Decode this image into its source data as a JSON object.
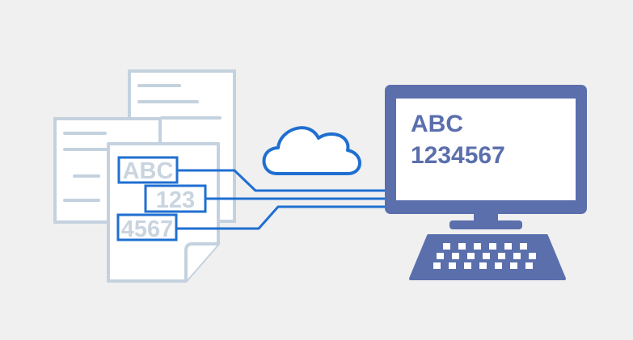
{
  "colors": {
    "background": "#f0f0f0",
    "document_stroke": "#c4d2df",
    "document_fill": "#ffffff",
    "field_box": "#1f6fd1",
    "field_text": "#c9d4df",
    "connector": "#1f6fd1",
    "cloud_stroke": "#1f6fd1",
    "monitor_body": "#5b6fad",
    "monitor_screen": "#ffffff",
    "screen_text": "#5b6fad",
    "keyboard": "#5b6fad",
    "keyboard_keys": "#ffffff"
  },
  "icons": {
    "documents": "stacked-documents-icon",
    "cloud": "cloud-icon",
    "computer": "desktop-computer-icon",
    "keyboard": "keyboard-icon"
  },
  "document": {
    "fields": [
      "ABC",
      "123",
      "4567"
    ]
  },
  "screen": {
    "line1": "ABC",
    "line2": "1234567"
  }
}
